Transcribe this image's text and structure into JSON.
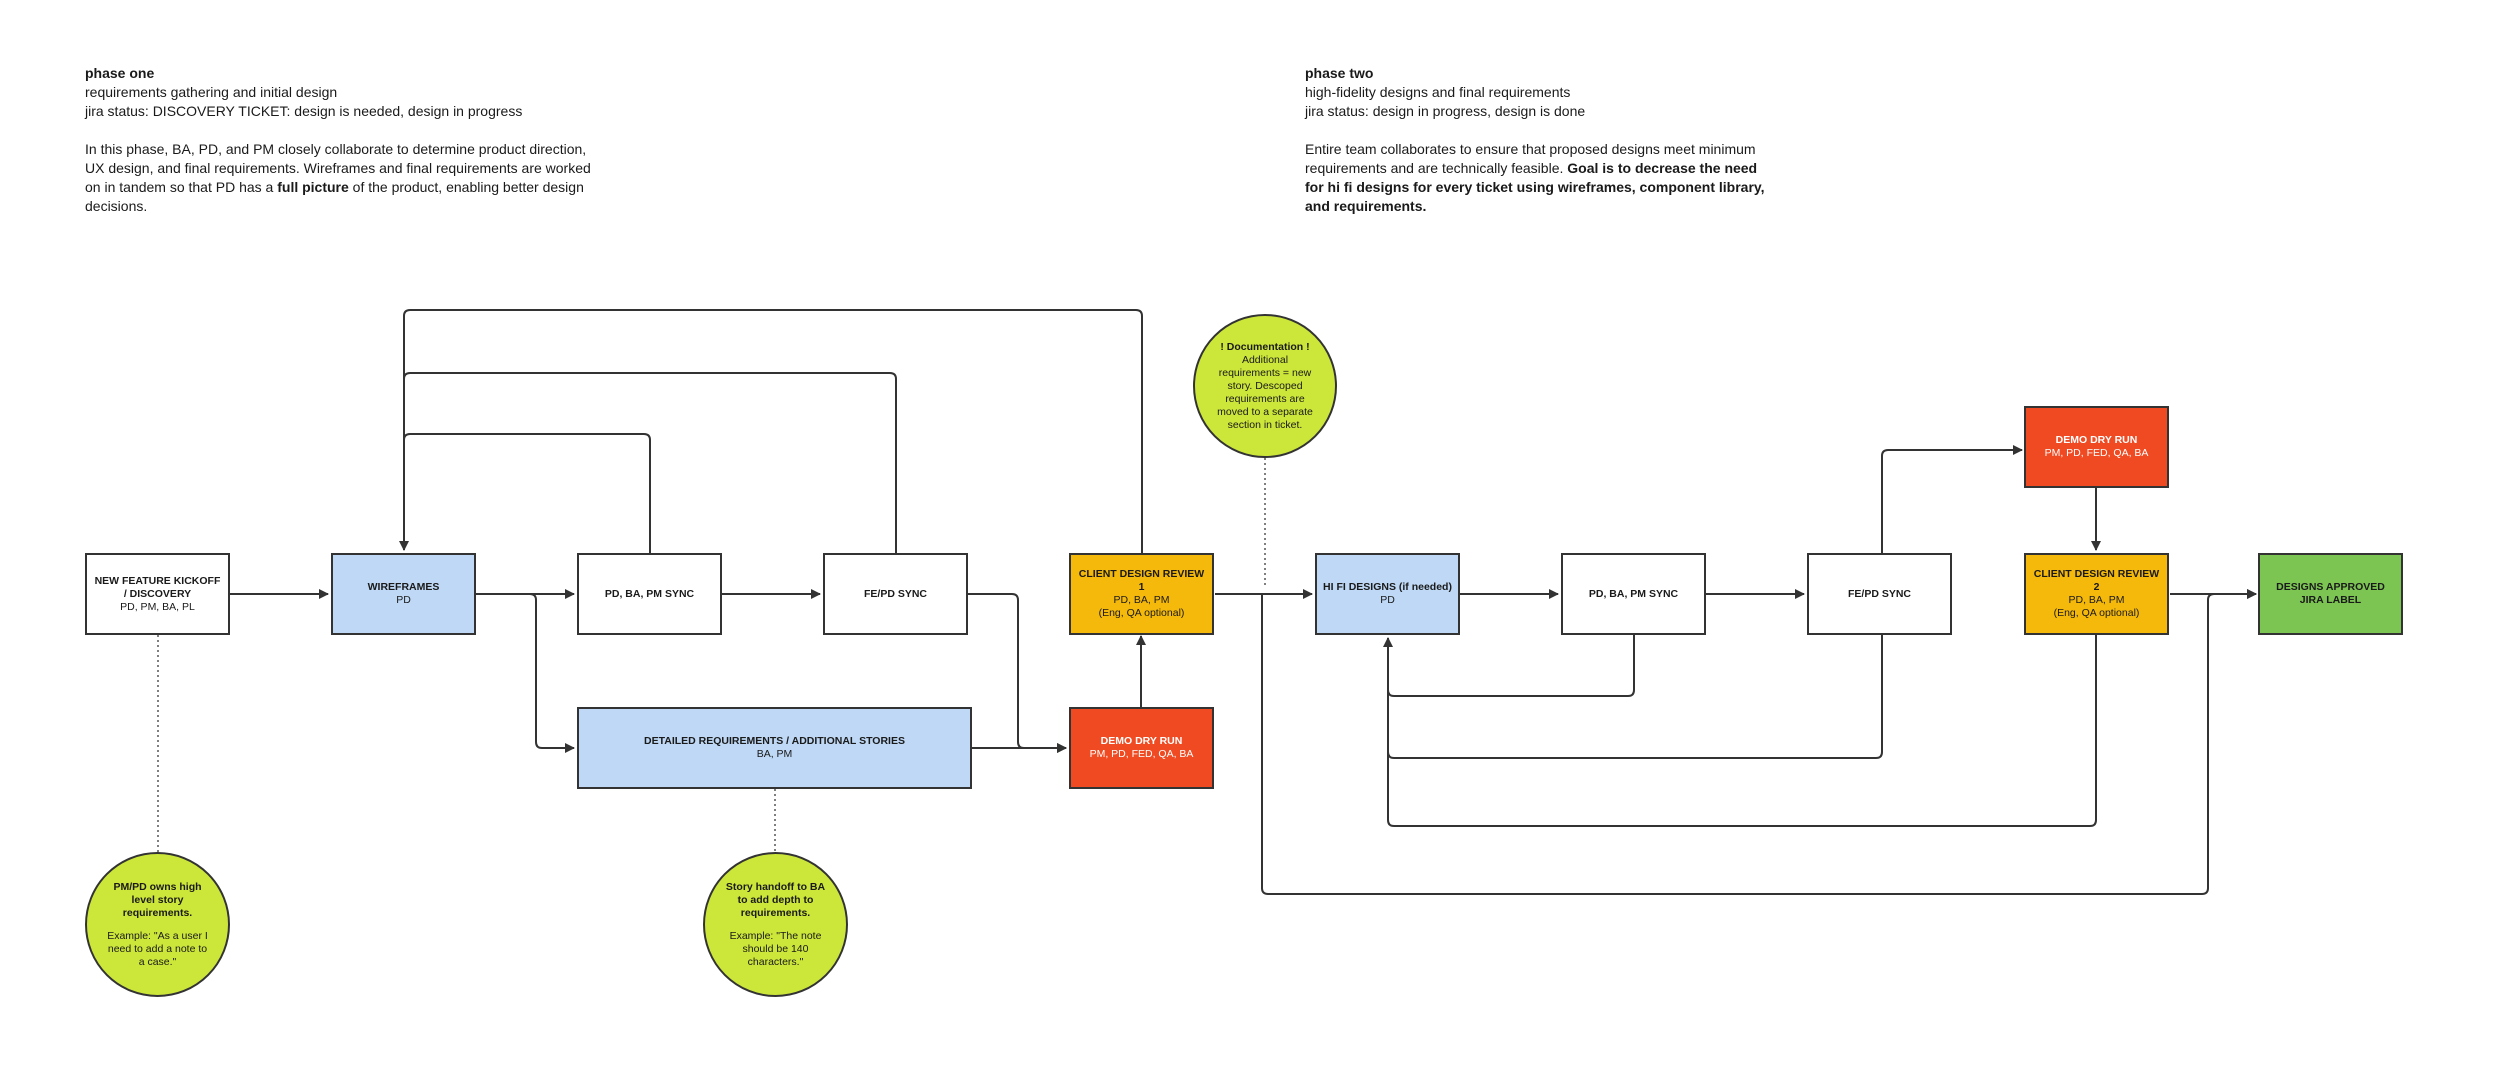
{
  "phase_one": {
    "title": "phase one",
    "line1": "requirements gathering and initial design",
    "line2": "jira status: DISCOVERY TICKET: design is needed, design in progress",
    "desc_start": "In this phase, BA, PD, and PM closely collaborate to determine product direction, UX design, and final requirements. Wireframes and final requirements are worked on in tandem so that PD has a ",
    "desc_bold": "full picture",
    "desc_end": " of the product, enabling better design decisions."
  },
  "phase_two": {
    "title": "phase two",
    "line1": "high-fidelity designs and final requirements",
    "line2": "jira status: design in progress, design is done",
    "desc_start": "Entire team collaborates to ensure that proposed designs meet minimum requirements and are technically feasible. ",
    "desc_bold": "Goal is to decrease the need for hi fi designs for every ticket using wireframes, component library, and requirements."
  },
  "nodes": {
    "kickoff": {
      "title": "NEW FEATURE KICKOFF / DISCOVERY",
      "sub": "PD, PM, BA, PL"
    },
    "wireframes": {
      "title": "WIREFRAMES",
      "sub": "PD"
    },
    "sync1": {
      "title": "PD, BA, PM SYNC",
      "sub": ""
    },
    "fepd1": {
      "title": "FE/PD SYNC",
      "sub": ""
    },
    "review1": {
      "title": "CLIENT DESIGN REVIEW 1",
      "sub": "PD, BA, PM",
      "sub2": "(Eng, QA optional)"
    },
    "detailed": {
      "title": "DETAILED REQUIREMENTS / ADDITIONAL STORIES",
      "sub": "BA, PM"
    },
    "demo1": {
      "title": "DEMO DRY RUN",
      "sub": "PM, PD, FED, QA, BA"
    },
    "hifi": {
      "title": "HI FI DESIGNS (if needed)",
      "sub": "PD"
    },
    "sync2": {
      "title": "PD, BA, PM SYNC",
      "sub": ""
    },
    "fepd2": {
      "title": "FE/PD SYNC",
      "sub": ""
    },
    "demo2": {
      "title": "DEMO DRY RUN",
      "sub": "PM, PD, FED, QA, BA"
    },
    "review2": {
      "title": "CLIENT DESIGN REVIEW 2",
      "sub": "PD, BA, PM",
      "sub2": "(Eng, QA optional)"
    },
    "approved": {
      "title": "DESIGNS APPROVED JIRA LABEL",
      "sub": ""
    }
  },
  "notes": {
    "doc": {
      "title": "! Documentation !",
      "body": "Additional requirements = new story. Descoped requirements are moved to a separate section in ticket."
    },
    "pmpd": {
      "title": "PM/PD owns high level story requirements.",
      "body": "Example: \"As a user I need to add a note to a case.\""
    },
    "handoff": {
      "title": "Story handoff to BA to add depth to requirements.",
      "body": "Example: \"The note should be 140 characters.\""
    }
  },
  "colors": {
    "blue": "#bed8f5",
    "orange": "#f5b90b",
    "red": "#f04a22",
    "green": "#7cc553",
    "note": "#cde63a",
    "line": "#333333"
  }
}
